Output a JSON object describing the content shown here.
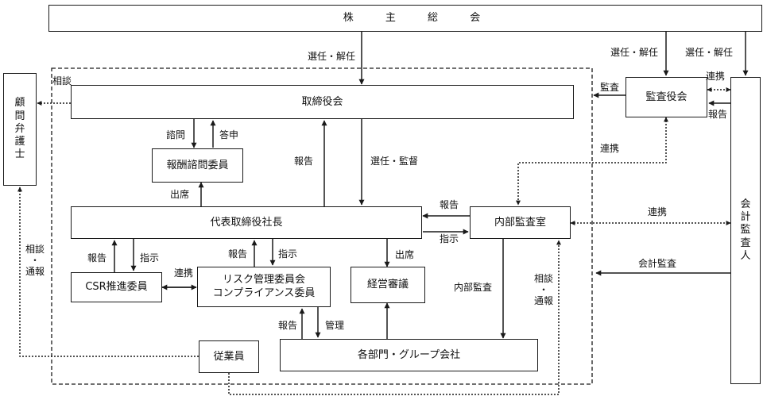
{
  "boxes": {
    "shareholders": "株 主 総 会",
    "board": "取締役会",
    "president": "代表取締役社長",
    "compensation": "報酬諮問委員",
    "csr": "CSR推進委員",
    "risk_line1": "リスク管理委員会",
    "risk_line2": "コンプライアンス委員",
    "management": "経営審議",
    "departments": "各部門・グループ会社",
    "employees": "従業員",
    "internal_audit": "内部監査室",
    "auditors": "監査役会",
    "accounting_auditor": [
      "会",
      "計",
      "監",
      "査",
      "人"
    ],
    "lawyer": [
      "顧",
      "問",
      "弁",
      "護",
      "士"
    ]
  },
  "labels": {
    "enclosure": "相談",
    "elect_board": "選任・解任",
    "elect_auditors": "選任・解任",
    "elect_accounting": "選任・解任",
    "consult": "諮問",
    "reply": "答申",
    "report_board": "報告",
    "elect_supervise": "選任・監督",
    "attend_comp": "出席",
    "audit": "監査",
    "cooperate_right": "連携",
    "report_right": "報告",
    "cooperate_ia_auditor": "連携",
    "report_ia": "報告",
    "instruct_ia": "指示",
    "cooperate_ia_accounting": "連携",
    "report_csr": "報告",
    "instruct_csr": "指示",
    "cooperate_csr_risk": "連携",
    "report_risk": "報告",
    "instruct_risk": "指示",
    "attend_mgmt": "出席",
    "internal_audit_flow": "内部監査",
    "accounting_audit": "会計監査",
    "report_dept": "報告",
    "manage_dept": "管理",
    "consult_report_left": [
      "相談",
      "・",
      "通報"
    ],
    "consult_report_right": [
      "相談",
      "・",
      "通報"
    ]
  }
}
